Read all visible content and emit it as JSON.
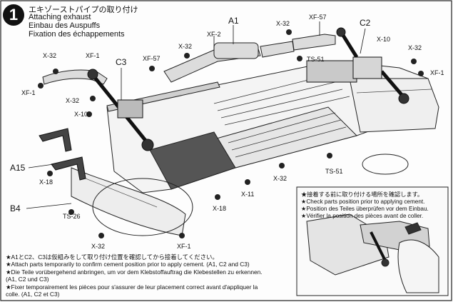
{
  "step": {
    "number": "1",
    "title_jp": "エキゾーストパイプの取り付け",
    "title_en": "Attaching exhaust",
    "title_de": "Einbau des Auspuffs",
    "title_fr": "Fixation des échappements"
  },
  "parts": {
    "a1": "A1",
    "c2": "C2",
    "c3": "C3",
    "a15": "A15",
    "b4": "B4",
    "ts51": "TS-51",
    "ts26": "TS-26",
    "x32": "X-32",
    "x10": "X-10",
    "x11": "X-11",
    "x18": "X-18",
    "xf1": "XF-1",
    "xf2": "XF-2",
    "xf57": "XF-57"
  },
  "inset": {
    "lines": [
      "★接着する前に取り付ける場所を確認します。",
      "★Check parts position prior to applying cement.",
      "★Position des Teiles überprüfen vor dem Einbau.",
      "★Vérifier la position des pièces avant de coller."
    ]
  },
  "notes": {
    "lines": [
      "★A1とC2、C3は仮組みをして取り付け位置を確認してから接着してください。",
      "★Attach parts temporarily to confirm cement position prior to apply cement. (A1, C2 and C3)",
      "★Die Teile vorübergehend anbringen, um vor dem Klebstoffauftrag die Klebestellen zu erkennen.",
      "(A1, C2 und C3)",
      "★Fixer temporairement les pièces pour s'assurer de leur placement correct avant d'appliquer la",
      "colle. (A1, C2 et C3)"
    ]
  }
}
